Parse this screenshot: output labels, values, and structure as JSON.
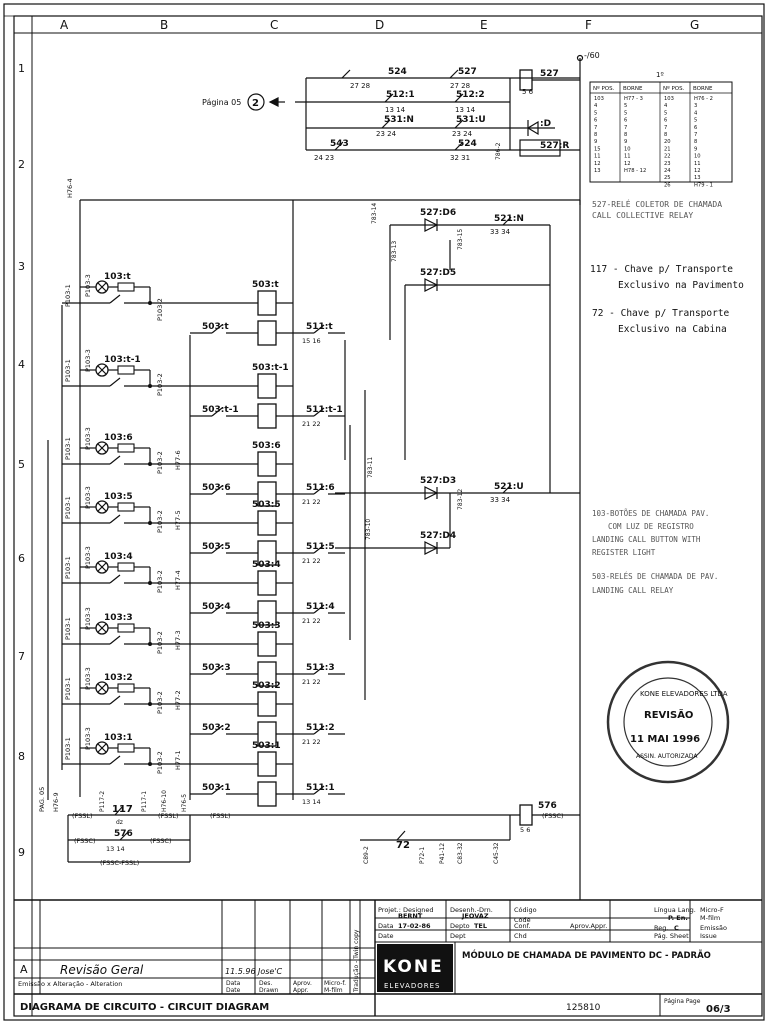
{
  "grid": {
    "columns": [
      "A",
      "B",
      "C",
      "D",
      "E",
      "F",
      "G"
    ],
    "rows": [
      "1",
      "2",
      "3",
      "4",
      "5",
      "6",
      "7",
      "8",
      "9"
    ]
  },
  "top_circuit": {
    "supply": "-/60",
    "page_ref_label": "Página 05",
    "page_ref_num": "2",
    "contacts": [
      {
        "id": "524",
        "pins": "27  28"
      },
      {
        "id": "527",
        "pins": "27  28"
      },
      {
        "id": "512:1",
        "pins": "13  14"
      },
      {
        "id": "512:2",
        "pins": "13  14"
      },
      {
        "id": "531:N",
        "pins": "23  24"
      },
      {
        "id": "531:U",
        "pins": "23  24"
      },
      {
        "id": "543",
        "pins": "24  23"
      },
      {
        "id": "524",
        "pins": "32  31"
      }
    ],
    "relay_527": "527",
    "relay_pins": "5   6",
    "diode_D": ":D",
    "resistor_527R": "527:R",
    "wire_786": "786-2"
  },
  "pos_table": {
    "header_num": "1º",
    "cols": [
      "Nº POS.",
      "BORNE",
      "Nº POS.",
      "BORNE"
    ],
    "rows": [
      [
        "103",
        "H77 - 3",
        "103",
        "H76 - 2"
      ],
      [
        "4",
        "5",
        "4",
        "3"
      ],
      [
        "5",
        "5",
        "5",
        "4"
      ],
      [
        "6",
        "6",
        "6",
        "5"
      ],
      [
        "7",
        "7",
        "7",
        "6"
      ],
      [
        "8",
        "8",
        "8",
        "7"
      ],
      [
        "9",
        "9",
        "20",
        "8"
      ],
      [
        "15",
        "10",
        "21",
        "9"
      ],
      [
        "11",
        "11",
        "22",
        "10"
      ],
      [
        "12",
        "12",
        "23",
        "11"
      ],
      [
        "13",
        "H78 - 12",
        "24",
        "12"
      ],
      [
        "",
        "",
        "25",
        "13"
      ],
      [
        "",
        "",
        "26",
        "H79 - 1"
      ]
    ]
  },
  "notes": {
    "relay_desc_1": "527-RELÉ COLETOR DE CHAMADA",
    "relay_desc_2": "CALL COLLECTIVE RELAY",
    "note117_a": "117 - Chave p/ Transporte",
    "note117_b": "Exclusivo na Pavimento",
    "note72_a": "72 - Chave p/ Transporte",
    "note72_b": "Exclusivo na Cabina",
    "btn_1": "103-BOTÕES DE CHAMADA PAV.",
    "btn_2": "COM LUZ DE REGISTRO",
    "btn_3": "LANDING CALL BUTTON WITH",
    "btn_4": "REGISTER LIGHT",
    "btn_5": "503-RELÉS DE CHAMADA DE PAV.",
    "btn_6": "LANDING CALL RELAY"
  },
  "collector": {
    "diodes": [
      "527:D6",
      "527:D5",
      "527:D3",
      "527:D4"
    ],
    "contacts": [
      {
        "id": "521:N",
        "pins": "33  34"
      },
      {
        "id": "521:U",
        "pins": "33  34"
      }
    ],
    "wires": [
      "783-15",
      "783-13",
      "783-12",
      "783-10",
      "783-11",
      "783-14"
    ]
  },
  "floors": [
    {
      "button": "103:t",
      "relay": "503:t",
      "contact": "503:t",
      "c511": "511:t",
      "pins511": "15  16"
    },
    {
      "button": "103:t-1",
      "relay": "503:t-1",
      "contact": "503:t-1",
      "c511": "511:t-1",
      "pins511": "21  22"
    },
    {
      "button": "103:6",
      "relay": "503:6",
      "contact": "503:6",
      "c511": "511:6",
      "pins511": "21  22"
    },
    {
      "button": "103:5",
      "relay": "503:5",
      "contact": "503:5",
      "c511": "511:5",
      "pins511": "21  22"
    },
    {
      "button": "103:4",
      "relay": "503:4",
      "contact": "503:4",
      "c511": "511:4",
      "pins511": "21  22"
    },
    {
      "button": "103:3",
      "relay": "503:3",
      "contact": "503:3",
      "c511": "511:3",
      "pins511": "21  22"
    },
    {
      "button": "103:2",
      "relay": "503:2",
      "contact": "503:2",
      "c511": "511:2",
      "pins511": "21  22"
    },
    {
      "button": "103:1",
      "relay": "503:1",
      "contact": "503:1",
      "c511": "511:1",
      "pins511": "13  14"
    }
  ],
  "wire_labels": {
    "p1": "P103-1",
    "p2": "P103-2",
    "p3": "P103-3",
    "h76_4": "H76-4",
    "h77": [
      "H77-6",
      "H77-5",
      "H77-4",
      "H77-3",
      "H77-2",
      "H77-1"
    ]
  },
  "bottom_circuit": {
    "pag": "PAG. 05",
    "h76_9": "H76-9",
    "fssl": "(FSSL)",
    "fssc": "(FSSC)",
    "fssc_fssl": "(FSSC-FSSL)",
    "switch117": "117",
    "switch117_sub": "dz",
    "p117_2": "P117-2",
    "p117_1": "P117-1",
    "h76_10": "H76-10",
    "h76_5": "H76-5",
    "contact576": "576",
    "pins576": "13    14",
    "relay576": "576",
    "relay576_pins": "5  6",
    "switch72": "72",
    "cab_wires": [
      "C89-2",
      "P72-1",
      "P41-12",
      "C83-32",
      "C45-32"
    ]
  },
  "title_block": {
    "projeto_label": "Projet.: Designed",
    "projeto_value": "BERNT",
    "desenho_label": "Desenh.-Drn.",
    "desenho_value": "JEOVAZ",
    "codigo_label": "Código",
    "code_label": "Code",
    "data_label": "Data",
    "data_value": "17-02-86",
    "date_label": "Date",
    "depto_label": "Depto",
    "depto_value": "TEL",
    "dept_label": "Dept",
    "conf_label": "Conf.",
    "chd_label": "Chd",
    "aprov_label": "Aprov.Appr.",
    "lingua_label": "Língua Lang.",
    "lingua_value": "P. En.",
    "micro_label": "Micro-F",
    "micro_value": "M-film",
    "reg_label": "Reg.",
    "reg_value": "C",
    "emissao_label": "Emissão",
    "emissao_value": "Issue",
    "pag_label": "Pág. Sheet",
    "drawing_title": "MÓDULO DE CHAMADA DE PAVIMENTO  DC - PADRÃO",
    "kone": "KONE",
    "elevadores": "ELEVADORES",
    "revision_letter": "A",
    "revision_text": "Revisão Geral",
    "revision_date": "11.5.96",
    "revision_by": "Jose'C",
    "emissao_row": "Emissão   x  Alteração - Alteration",
    "rev_cols": [
      "Data",
      "Date",
      "Des.",
      "Drawn",
      "Aprov.",
      "Appr.",
      "Micro-f.",
      "M-film"
    ],
    "traducao": "Tradução - Twin copy",
    "footer_title": "DIAGRAMA  DE  CIRCUITO   -   CIRCUIT  DIAGRAM",
    "number": "125810",
    "pagina_label": "Página Page",
    "page": "06/3"
  },
  "stamp": {
    "ring": "KONE ELEVADORES  LTDA",
    "center_1": "REVISÃO",
    "date": "11 MAI 1996",
    "bottom": "ASSIN. AUTORIZADA"
  }
}
